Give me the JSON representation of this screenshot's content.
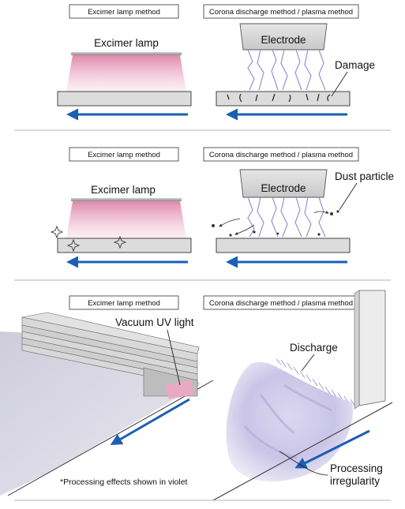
{
  "panels": [
    {
      "left_label": "Excimer lamp method",
      "right_label": "Corona discharge method / plasma method",
      "lamp_label": "Excimer lamp",
      "electrode_label": "Electrode",
      "callout": "Damage"
    },
    {
      "left_label": "Excimer lamp method",
      "right_label": "Corona discharge method / plasma method",
      "lamp_label": "Excimer lamp",
      "electrode_label": "Electrode",
      "callout": "Dust particle"
    },
    {
      "left_label": "Excimer lamp method",
      "right_label": "Corona discharge method / plasma method",
      "lamp_callout": "Vacuum UV light",
      "discharge_callout": "Discharge",
      "irregularity_callout_line1": "Processing",
      "irregularity_callout_line2": "irregularity",
      "footnote": "*Processing effects shown in violet"
    }
  ],
  "colors": {
    "arrow": "#1a5fb4",
    "uv_glow": "#e79bb6",
    "discharge": "#8f84c9",
    "effect_violet": "#c9c4e6",
    "divider": "#b5b5b5"
  }
}
